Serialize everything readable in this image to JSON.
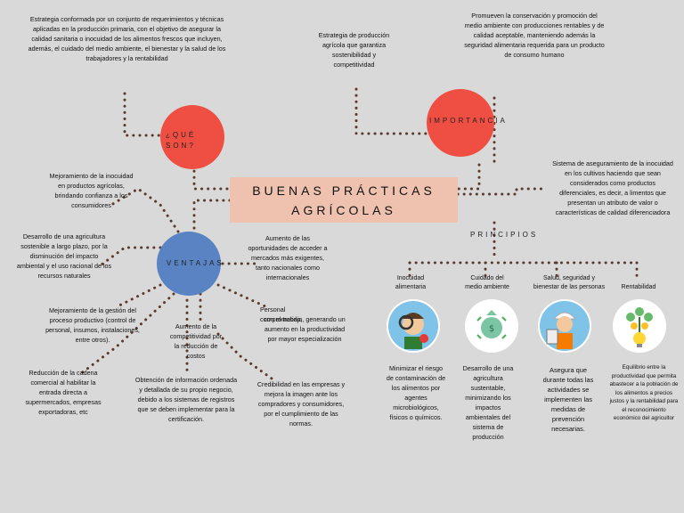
{
  "title": {
    "line1": "BUENAS PRÁCTICAS",
    "line2": "AGRÍCOLAS"
  },
  "nodes": {
    "que_son": "¿QUÉ SON?",
    "importancia": "IMPORTANCIA",
    "ventajas": "VENTAJAS",
    "principios": "PRINCIPIOS"
  },
  "texts": {
    "que_son_def": "Estrategia conformada por un conjunto de requerimientos y técnicas aplicadas en la producción primaria, con el objetivo de asegurar la calidad sanitaria o inocuidad de los alimentos frescos que incluyen, además, el cuidado del medio ambiente, el bienestar y la salud de los trabajadores y la rentabilidad",
    "imp_1": "Estrategia de producción agrícola que garantiza sostenibilidad y competitividad",
    "imp_2": "Promueven la conservación y promoción del medio ambiente con producciones rentables y de calidad aceptable, manteniendo además la seguridad alimentaria requerida para un producto de consumo humano",
    "imp_3": "Sistema de aseguramiento de la inocuidad en los cultivos haciendo que sean considerados como productos diferenciales, es decir, a limentos que presentan un atributo de valor o características de calidad diferenciadora",
    "v_1": "Mejoramiento de la inocuidad en productos agrícolas, brindando confianza a los consumidores",
    "v_2": "Desarrollo de una agricultura sostenible a largo plazo, por la disminución del impacto ambiental y el uso racional de los recursos naturales",
    "v_3": "Mejoramiento de la gestión del proceso productivo (control de personal, insumos, instalaciones, entre otros).",
    "v_4": "Reducción de la cadena comercial al habilitar la entrada directa a supermercados, empresas exportadoras, etc",
    "v_5": "Obtención de información ordenada y detallada de su propio negocio, debido a los sistemas de registros que se deben implementar para la certificación.",
    "v_6": "Aumento de la competitividad por la reducción de costos",
    "v_7": "Credibilidad en las empresas y mejora la imagen ante los compradores y consumidores, por el cumplimiento de las normas.",
    "v_8a": "Personal comprometido,",
    "v_8b": "con el trabajo, generando un aumento en la productividad por mayor especialización",
    "v_9": "Aumento de las oportunidades de acceder a mercados más exigentes, tanto nacionales como internacionales"
  },
  "principios": [
    {
      "label": "Inocuidad alimentaria",
      "icon": "inspector-icon",
      "desc": "Minimizar el riesgo de contaminación de los alimentos por agentes microbiológicos, físicos o químicos."
    },
    {
      "label": "Cuidado del medio ambiente",
      "icon": "environment-icon",
      "desc": "Desarrollo de una agricultura sustentable, minimizando los impactos ambientales del sistema de producción"
    },
    {
      "label": "Salud, seguridad y bienestar de las personas",
      "icon": "worker-icon",
      "desc": "Asegura que durante todas las actividades se implementen las medidas de prevención necesarias."
    },
    {
      "label": "Rentabilidad",
      "icon": "money-plant-icon",
      "desc": "Equilibrio entre la productividad que permita abastecer a la población de los alimentos a precios justos y la rentabilidad para el reconocimiento económico del agricultor"
    }
  ],
  "colors": {
    "background": "#d9d9d9",
    "red_node": "#ef4f43",
    "blue_node": "#5a83c4",
    "title_bg": "#eec2af",
    "dots": "#5a3a2e"
  }
}
